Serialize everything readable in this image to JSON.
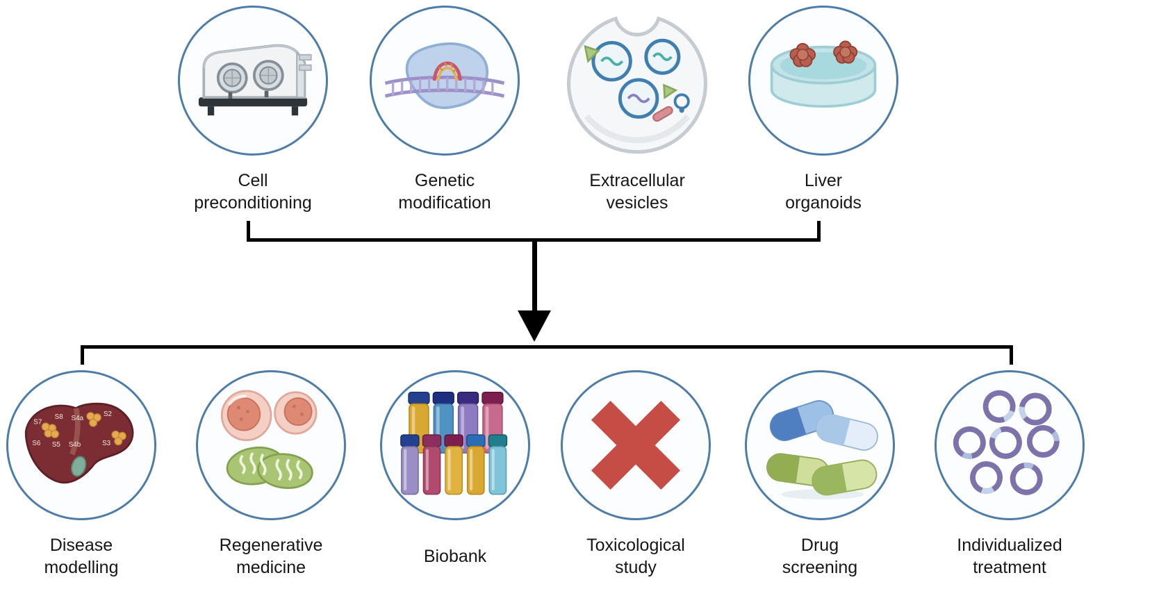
{
  "figure": {
    "title": "",
    "top_row": {
      "items": [
        {
          "label": "Cell\npreconditioning",
          "icon": "hypoxia-chamber-icon"
        },
        {
          "label": "Genetic\nmodification",
          "icon": "dna-modification-icon"
        },
        {
          "label": "Extracellular\nvesicles",
          "icon": "cell-vesicles-icon"
        },
        {
          "label": "Liver\norganoids",
          "icon": "petri-dish-organoids-icon"
        }
      ]
    },
    "bottom_row": {
      "items": [
        {
          "label": "Disease\nmodelling",
          "icon": "liver-icon"
        },
        {
          "label": "Regenerative\nmedicine",
          "icon": "cells-mitochondria-icon"
        },
        {
          "label": "Biobank",
          "icon": "sample-vials-icon"
        },
        {
          "label": "Toxicological\nstudy",
          "icon": "red-cross-icon"
        },
        {
          "label": "Drug\nscreening",
          "icon": "capsules-icon"
        },
        {
          "label": "Individualized\ntreatment",
          "icon": "plasmids-icon"
        }
      ]
    },
    "liver_segments": [
      "S7",
      "S8",
      "S4a",
      "S2",
      "S6",
      "S5",
      "S4b",
      "S3"
    ],
    "colors": {
      "circle_border": "#4e7ca8",
      "connector": "#000000",
      "label_text": "#161616",
      "toxicology_x": "#c64c46",
      "organoid_red": "#b95f4d",
      "plasmid_purple": "#7d72aa",
      "mitochondria_green": "#a9c573",
      "petri_teal": "#bfe3e6"
    }
  }
}
